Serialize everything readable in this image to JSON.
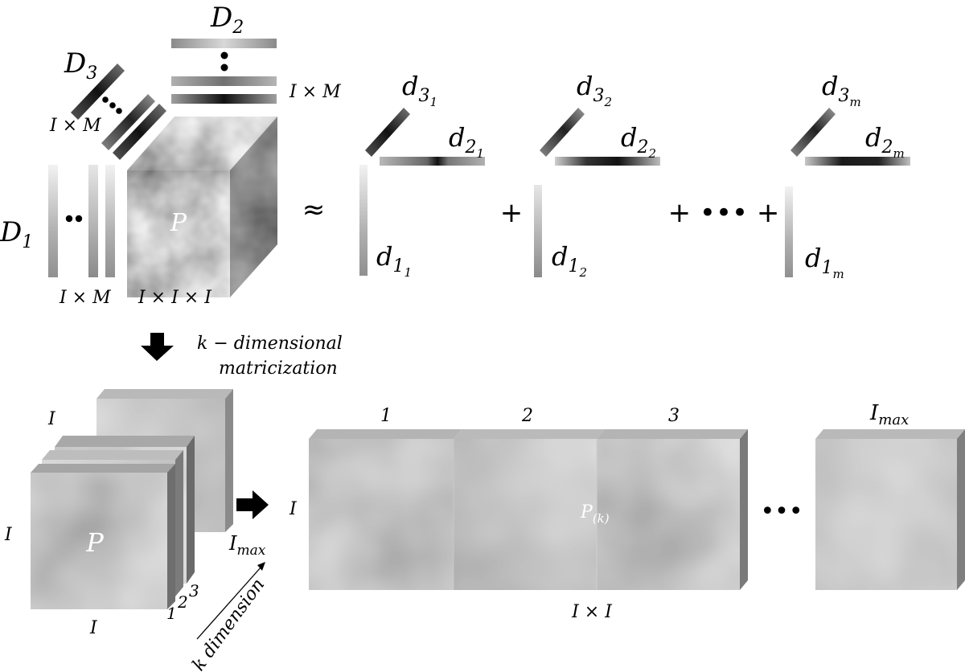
{
  "top": {
    "D1": "D",
    "D1_sub": "1",
    "D2": "D",
    "D2_sub": "2",
    "D3": "D",
    "D3_sub": "3",
    "dim_D3": "I × M",
    "dim_D2": "I × M",
    "dim_D1": "I × M",
    "dim_P": "I × I × I",
    "P": "P",
    "approx": "≈",
    "plus1": "+",
    "plus_dots": "+ ••• +",
    "terms": [
      {
        "d3": "d",
        "d3_sub": "3",
        "d3_subsub": "1",
        "d2": "d",
        "d2_sub": "2",
        "d2_subsub": "1",
        "d1": "d",
        "d1_sub": "1",
        "d1_subsub": "1"
      },
      {
        "d3": "d",
        "d3_sub": "3",
        "d3_subsub": "2",
        "d2": "d",
        "d2_sub": "2",
        "d2_subsub": "2",
        "d1": "d",
        "d1_sub": "1",
        "d1_subsub": "2"
      },
      {
        "d3": "d",
        "d3_sub": "3",
        "d3_subsub": "m",
        "d2": "d",
        "d2_sub": "2",
        "d2_subsub": "m",
        "d1": "d",
        "d1_sub": "1",
        "d1_subsub": "m"
      }
    ]
  },
  "middle": {
    "line1": "k − dimensional",
    "line2": "matricization"
  },
  "bottom": {
    "stack_P": "P",
    "label_I_top": "I",
    "label_I_left": "I",
    "label_I_bottom": "I",
    "slice_nums": [
      "1",
      "2",
      "3"
    ],
    "I_max_stack": "I",
    "I_max_stack_sub": "max",
    "k_dimension": "k dimension",
    "row_I": "I",
    "col_labels": [
      "1",
      "2",
      "3"
    ],
    "col_last": "I",
    "col_last_sub": "max",
    "P_k": "P",
    "P_k_sub": "(k)",
    "ellipsis": "•••",
    "bottom_dim": "I × I"
  }
}
